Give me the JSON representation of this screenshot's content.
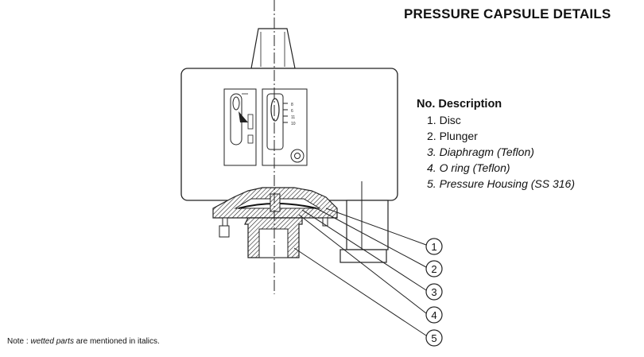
{
  "title": "PRESSURE CAPSULE DETAILS",
  "legend": {
    "no_label": "No.",
    "description_label": "Description",
    "items": [
      {
        "number": "1.",
        "label": "Disc",
        "italic": false
      },
      {
        "number": "2.",
        "label": "Plunger",
        "italic": false
      },
      {
        "number": "3.",
        "label": "Diaphragm (Teflon)",
        "italic": true
      },
      {
        "number": "4.",
        "label": "O ring (Teflon)",
        "italic": true
      },
      {
        "number": "5.",
        "label": "Pressure Housing (SS 316)",
        "italic": true
      }
    ]
  },
  "callouts": [
    "1",
    "2",
    "3",
    "4",
    "5"
  ],
  "scale_marks": [
    "8",
    "6",
    "11",
    "10"
  ],
  "note": {
    "prefix": "Note : ",
    "emphasis": "wetted parts",
    "suffix": " are mentioned in italics."
  }
}
